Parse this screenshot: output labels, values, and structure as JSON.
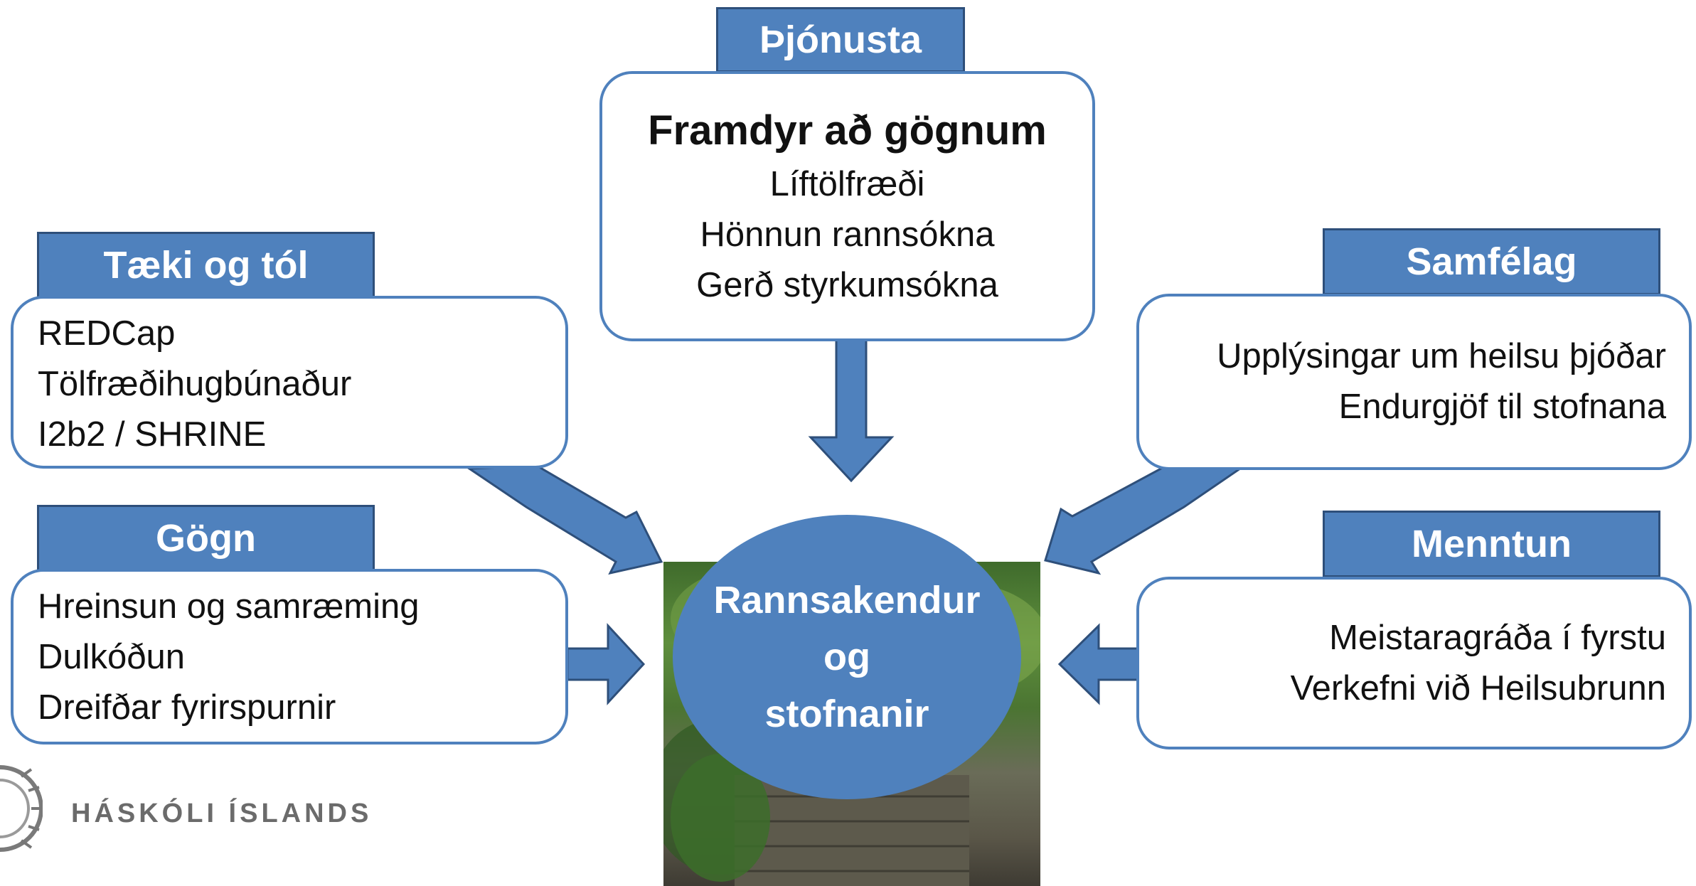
{
  "center": {
    "lines": [
      "Rannsakendur",
      "og",
      "stofnanir"
    ]
  },
  "top": {
    "header": "Þjónusta",
    "title": "Framdyr að gögnum",
    "items": [
      "Líftölfræði",
      "Hönnun rannsókna",
      "Gerð styrkumsókna"
    ]
  },
  "tools": {
    "header": "Tæki og tól",
    "items": [
      "REDCap",
      "Tölfræðihugbúnaður",
      "I2b2 / SHRINE"
    ]
  },
  "data_box": {
    "header": "Gögn",
    "items": [
      "Hreinsun og samræming",
      "Dulkóðun",
      "Dreifðar fyrirspurnir"
    ]
  },
  "society": {
    "header": "Samfélag",
    "items": [
      "Upplýsingar um heilsu þjóðar",
      "Endurgjöf til stofnana"
    ]
  },
  "education": {
    "header": "Menntun",
    "items": [
      "Meistaragráða í fyrstu",
      "Verkefni við Heilsubrunn"
    ]
  },
  "logo": {
    "text": "HÁSKÓLI ÍSLANDS"
  },
  "colors": {
    "accent": "#4f81bd",
    "accent_dark": "#2e4f7a"
  }
}
